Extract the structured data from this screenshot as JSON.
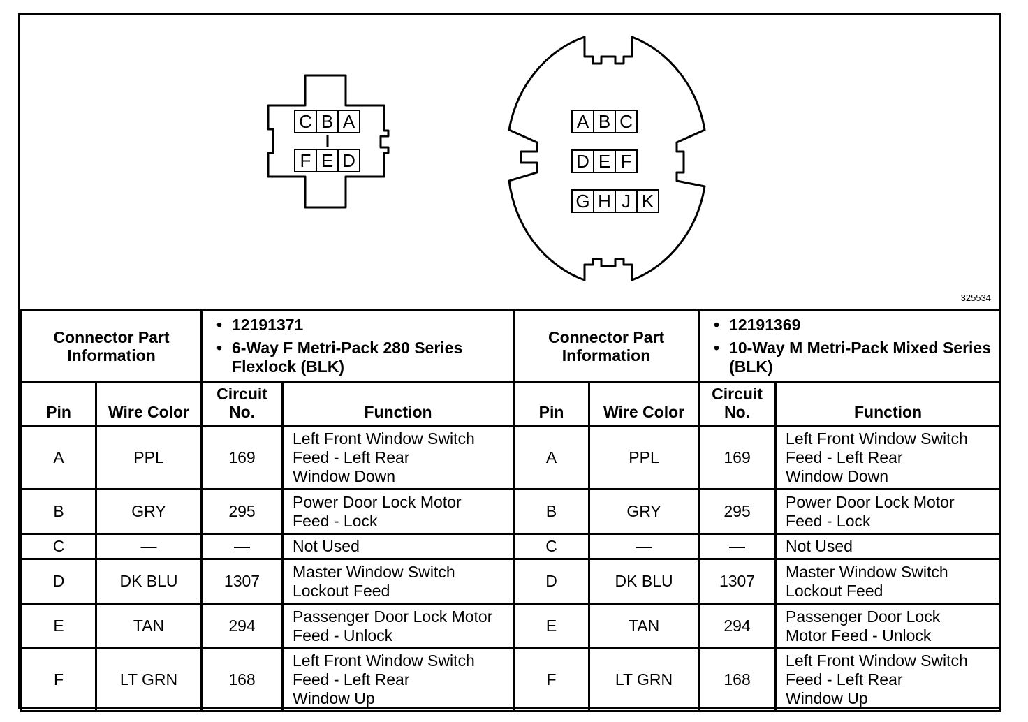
{
  "figure_id": "325534",
  "connector_left": {
    "pin_rows": [
      [
        "C",
        "B",
        "A"
      ],
      [
        "F",
        "E",
        "D"
      ]
    ]
  },
  "connector_right": {
    "pin_rows": [
      [
        "A",
        "B",
        "C"
      ],
      [
        "D",
        "E",
        "F"
      ],
      [
        "G",
        "H",
        "J",
        "K"
      ]
    ]
  },
  "table": {
    "connector_part_label": "Connector Part Information",
    "left_info": [
      "12191371",
      "6-Way F Metri-Pack 280 Series Flexlock (BLK)"
    ],
    "right_info": [
      "12191369",
      "10-Way M Metri-Pack Mixed Series (BLK)"
    ],
    "headers": {
      "pin": "Pin",
      "wire_color": "Wire Color",
      "circuit_line1": "Circuit",
      "circuit_line2": "No.",
      "function": "Function"
    },
    "left_rows": [
      {
        "pin": "A",
        "color": "PPL",
        "circuit": "169",
        "function": [
          "Left Front Window Switch",
          "Feed - Left Rear",
          "Window Down"
        ]
      },
      {
        "pin": "B",
        "color": "GRY",
        "circuit": "295",
        "function": [
          "Power Door Lock Motor",
          "Feed - Lock"
        ]
      },
      {
        "pin": "C",
        "color": "—",
        "circuit": "—",
        "function": [
          "Not Used"
        ]
      },
      {
        "pin": "D",
        "color": "DK BLU",
        "circuit": "1307",
        "function": [
          "Master Window Switch",
          "Lockout Feed"
        ]
      },
      {
        "pin": "E",
        "color": "TAN",
        "circuit": "294",
        "function": [
          "Passenger Door Lock Motor",
          "Feed - Unlock"
        ]
      },
      {
        "pin": "F",
        "color": "LT GRN",
        "circuit": "168",
        "function": [
          "Left Front Window Switch",
          "Feed - Left Rear",
          "Window Up"
        ]
      }
    ],
    "right_rows": [
      {
        "pin": "A",
        "color": "PPL",
        "circuit": "169",
        "function": [
          "Left Front Window Switch",
          "Feed - Left Rear",
          "Window Down"
        ]
      },
      {
        "pin": "B",
        "color": "GRY",
        "circuit": "295",
        "function": [
          "Power Door Lock Motor",
          "Feed - Lock"
        ]
      },
      {
        "pin": "C",
        "color": "—",
        "circuit": "—",
        "function": [
          "Not Used"
        ]
      },
      {
        "pin": "D",
        "color": "DK BLU",
        "circuit": "1307",
        "function": [
          "Master Window Switch",
          "Lockout Feed"
        ]
      },
      {
        "pin": "E",
        "color": "TAN",
        "circuit": "294",
        "function": [
          "Passenger Door Lock",
          "Motor Feed - Unlock"
        ]
      },
      {
        "pin": "F",
        "color": "LT GRN",
        "circuit": "168",
        "function": [
          "Left Front Window Switch",
          "Feed - Left Rear",
          "Window Up"
        ]
      }
    ]
  }
}
